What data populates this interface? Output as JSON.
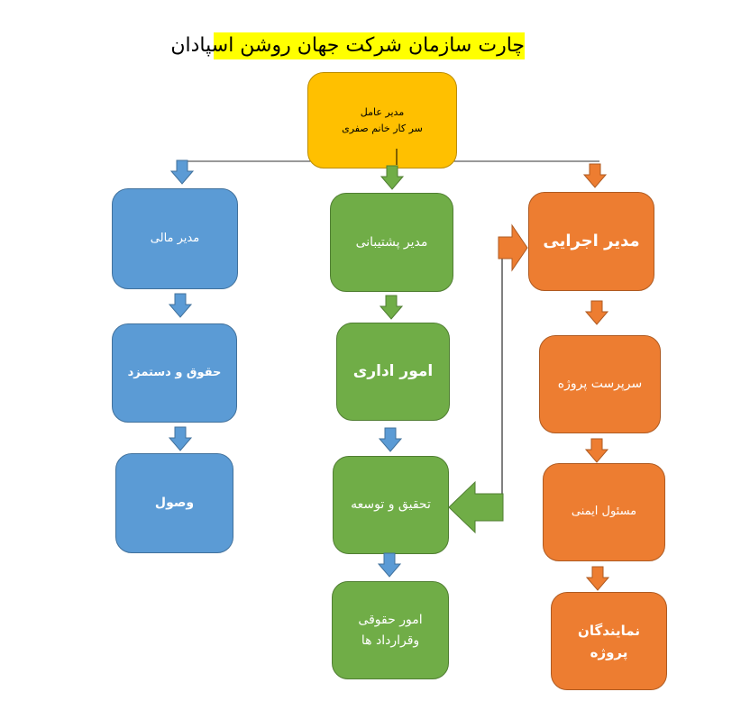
{
  "title": "چارت سازمان شرکت جهان روشن اسپادان",
  "ceo": {
    "role": "مدیر عامل",
    "name": "سر کار خانم صفری"
  },
  "finance": {
    "head": "مدیر مالی",
    "items": [
      "حقوق و دستمزد",
      "وصول"
    ]
  },
  "support": {
    "head": "مدیر پشتیبانی",
    "items": [
      "امور اداری",
      "تحقیق و توسعه",
      "امور حقوقی",
      "وقرارداد ها"
    ]
  },
  "executive": {
    "head": "مدیر اجرایی",
    "items": [
      "سرپرست پروژه",
      "مسئول ایمنی",
      "نمایندگان",
      "پروژه"
    ]
  },
  "colors": {
    "blue": "#5b9bd5",
    "green": "#70ad47",
    "orange": "#ed7d31",
    "gold": "#ffc000"
  }
}
